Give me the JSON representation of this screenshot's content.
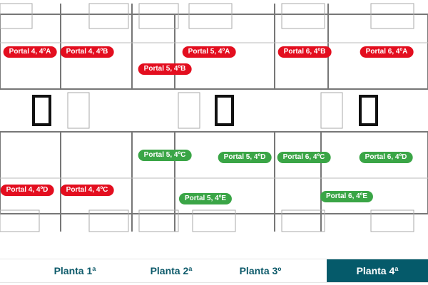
{
  "units": [
    {
      "label": "Portal 4, 4ºA",
      "color": "red"
    },
    {
      "label": "Portal 4, 4ºB",
      "color": "red"
    },
    {
      "label": "Portal 5, 4ºB",
      "color": "red"
    },
    {
      "label": "Portal 5, 4ºA",
      "color": "red"
    },
    {
      "label": "Portal 6, 4ºB",
      "color": "red"
    },
    {
      "label": "Portal 6, 4ºA",
      "color": "red"
    },
    {
      "label": "Portal 4, 4ºD",
      "color": "red"
    },
    {
      "label": "Portal 4, 4ºC",
      "color": "red"
    },
    {
      "label": "Portal 5, 4ºC",
      "color": "green"
    },
    {
      "label": "Portal 5, 4ºD",
      "color": "green"
    },
    {
      "label": "Portal 6, 4ºC",
      "color": "green"
    },
    {
      "label": "Portal 6, 4ºD",
      "color": "green"
    },
    {
      "label": "Portal 5, 4ºE",
      "color": "green"
    },
    {
      "label": "Portal 6, 4ºE",
      "color": "green"
    }
  ],
  "tabs": [
    {
      "label": "Planta 1ª",
      "active": false
    },
    {
      "label": "Planta 2ª",
      "active": false
    },
    {
      "label": "Planta 3º",
      "active": false
    },
    {
      "label": "Planta 4ª",
      "active": true
    }
  ],
  "colors": {
    "sold": "#e30e1f",
    "available": "#3aa546",
    "accent": "#055a6a"
  }
}
